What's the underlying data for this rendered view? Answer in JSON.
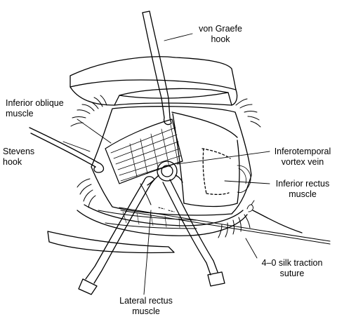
{
  "figure": {
    "labels": {
      "von_graefe_hook": [
        "von Graefe",
        "hook"
      ],
      "inferior_oblique_muscle": [
        "Inferior oblique",
        "muscle"
      ],
      "stevens_hook": [
        "Stevens",
        "hook"
      ],
      "inferotemporal_vortex_vein": [
        "Inferotemporal",
        "vortex vein"
      ],
      "inferior_rectus_muscle": [
        "Inferior rectus",
        "muscle"
      ],
      "silk_traction_suture": [
        "4–0 silk traction",
        "suture"
      ],
      "lateral_rectus_muscle": [
        "Lateral rectus",
        "muscle"
      ]
    },
    "colors": {
      "line": "#000000",
      "background": "#ffffff"
    }
  }
}
